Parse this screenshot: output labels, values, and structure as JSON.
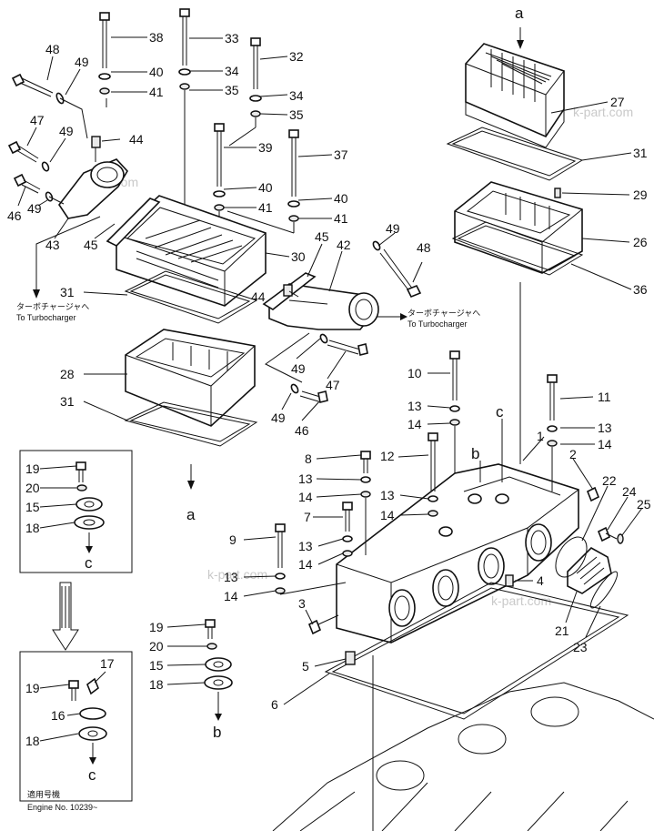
{
  "callouts": {
    "n1": "1",
    "n2": "2",
    "n3": "3",
    "n4": "4",
    "n5": "5",
    "n6": "6",
    "n7": "7",
    "n8": "8",
    "n9": "9",
    "n10": "10",
    "n11": "11",
    "n12": "12",
    "n13": "13",
    "n14": "14",
    "n15": "15",
    "n16": "16",
    "n17": "17",
    "n18": "18",
    "n19": "19",
    "n20": "20",
    "n21": "21",
    "n22": "22",
    "n23": "23",
    "n24": "24",
    "n25": "25",
    "n26": "26",
    "n27": "27",
    "n28": "28",
    "n29": "29",
    "n30": "30",
    "n31": "31",
    "n32": "32",
    "n33": "33",
    "n34": "34",
    "n35": "35",
    "n36": "36",
    "n37": "37",
    "n38": "38",
    "n39": "39",
    "n40": "40",
    "n41": "41",
    "n42": "42",
    "n43": "43",
    "n44": "44",
    "n45": "45",
    "n46": "46",
    "n47": "47",
    "n48": "48",
    "n49": "49"
  },
  "refs": {
    "a": "a",
    "b": "b",
    "c": "c"
  },
  "notes": {
    "turbo_jp": "ターボチャージャへ",
    "turbo_en": "To  Turbocharger",
    "applicable_jp": "適用号機",
    "engine_no": "Engine  No.  10239~"
  },
  "watermark": "k-part.com"
}
